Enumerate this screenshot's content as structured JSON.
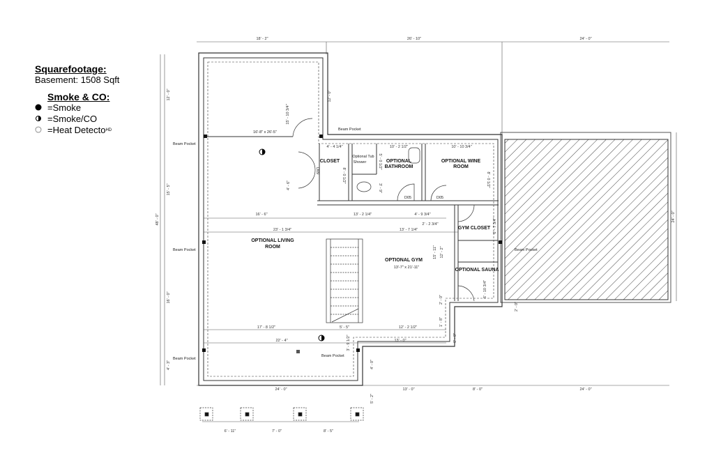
{
  "legend": {
    "squarefootage_title": "Squarefootage:",
    "basement": "Basement: 1508 Sqft",
    "smoke_title": "Smoke & CO:",
    "items": [
      {
        "icon": "smoke-detector-icon",
        "label": "=Smoke"
      },
      {
        "icon": "smoke-co-detector-icon",
        "label": "=Smoke/CO"
      },
      {
        "icon": "heat-detector-icon",
        "label": "=Heat Detecto",
        "suffix": "HD"
      }
    ]
  },
  "rooms": {
    "closet": "CLOSET",
    "bathroom": [
      "OPTIONAL",
      "BATHROOM"
    ],
    "tub": [
      "Optional Tub",
      "Shower"
    ],
    "wine": [
      "OPTIONAL WINE",
      "ROOM"
    ],
    "gym_closet": "GYM CLOSET",
    "sauna": "OPTIONAL SAUNA",
    "living": [
      "OPTIONAL LIVING",
      "ROOM"
    ],
    "gym": "OPTIONAL GYM",
    "gym_size": "13'-7\" x 21'-11\"",
    "top_room_size": "16'-8\" x 26'-5\""
  },
  "labels": {
    "beam_pocket": "Beam Pocket",
    "door_d09": "D09",
    "door_d05a": "D05",
    "door_d05b": "D05"
  },
  "dimensions": {
    "top": [
      "18' - 2\"",
      "26' - 10\"",
      "24' - 0\""
    ],
    "left": [
      "12' - 0\"",
      "15' - 5\"",
      "16' - 0\"",
      "4' - 3\""
    ],
    "left_total": "48' - 0\"",
    "right": "24' - 0\"",
    "bottom": [
      "24' - 0\"",
      "13' - 0\"",
      "8' - 0\"",
      "24' - 0\""
    ],
    "footings": [
      "6' - 11\"",
      "7' - 0\"",
      "8' - 5\""
    ],
    "interior": {
      "d1": "15' - 10 3/4\"",
      "d2": "12' - 0\"",
      "d3": "4' - 6\"",
      "d4": "4' - 4 1/4\"",
      "d5": "10' - 2 1/2\"",
      "d6": "10' - 10 3/4\"",
      "d7": "8' - 0 1/2\"",
      "d8": "5' - 0 1/2\"",
      "d9": "3' - 9\"",
      "d10": "8' - 0 1/2\"",
      "d11": "16' - 6\"",
      "d12": "13' - 2 1/4\"",
      "d13": "4' - 9 3/4\"",
      "d14": "2' - 2 3/4\"",
      "d15": "23' - 1 3/4\"",
      "d16": "13' - 7 1/4\"",
      "d17": "15' - 11\"",
      "d18": "12' - 2\"",
      "d19": "6' - 7 3/4\"",
      "d20": "6' - 10 3/4\"",
      "d21": "2' - 0\"",
      "d22": "17' - 8 1/2\"",
      "d23": "5' - 5\"",
      "d24": "12' - 2 1/2\"",
      "d25": "22' - 4\"",
      "d26": "13' - 0\"",
      "d27": "3' - 9 1/2\"",
      "d28": "4' - 0\"",
      "d29": "6' - 0\"",
      "d30": "2' - 0\"",
      "d31": "5' - 2\"",
      "d32": "1' - 8\""
    }
  }
}
